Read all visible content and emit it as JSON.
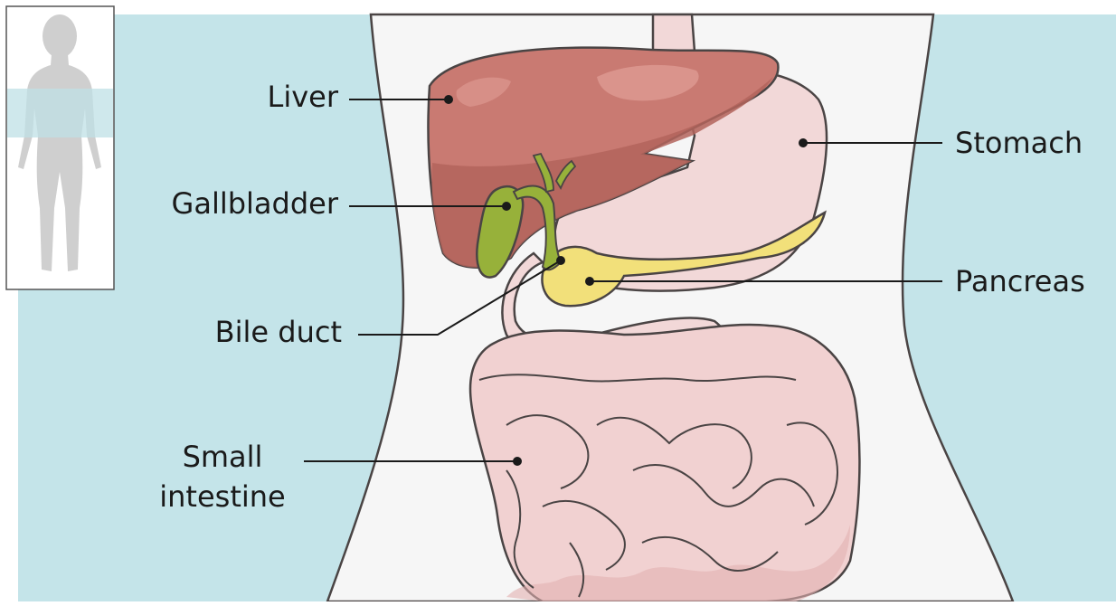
{
  "labels": {
    "liver": "Liver",
    "gallbladder": "Gallbladder",
    "bile_duct": "Bile duct",
    "small_intestine_line1": "Small",
    "small_intestine_line2": "intestine",
    "stomach": "Stomach",
    "pancreas": "Pancreas"
  },
  "colors": {
    "side_background": "#c4e4e9",
    "body": "#f6f6f6",
    "outline": "#4a4444",
    "liver": "#c97a72",
    "liver_shade": "#b3645c",
    "gallbladder": "#97b13a",
    "stomach": "#f2d8d8",
    "pancreas": "#f2e07a",
    "intestine": "#f1d1d1",
    "intestine_shade": "#e2b0b0",
    "figure": "#cfcfcf",
    "figure_highlight": "#bfe0e6"
  },
  "icons": {
    "thumbnail": "body-silhouette-icon"
  }
}
